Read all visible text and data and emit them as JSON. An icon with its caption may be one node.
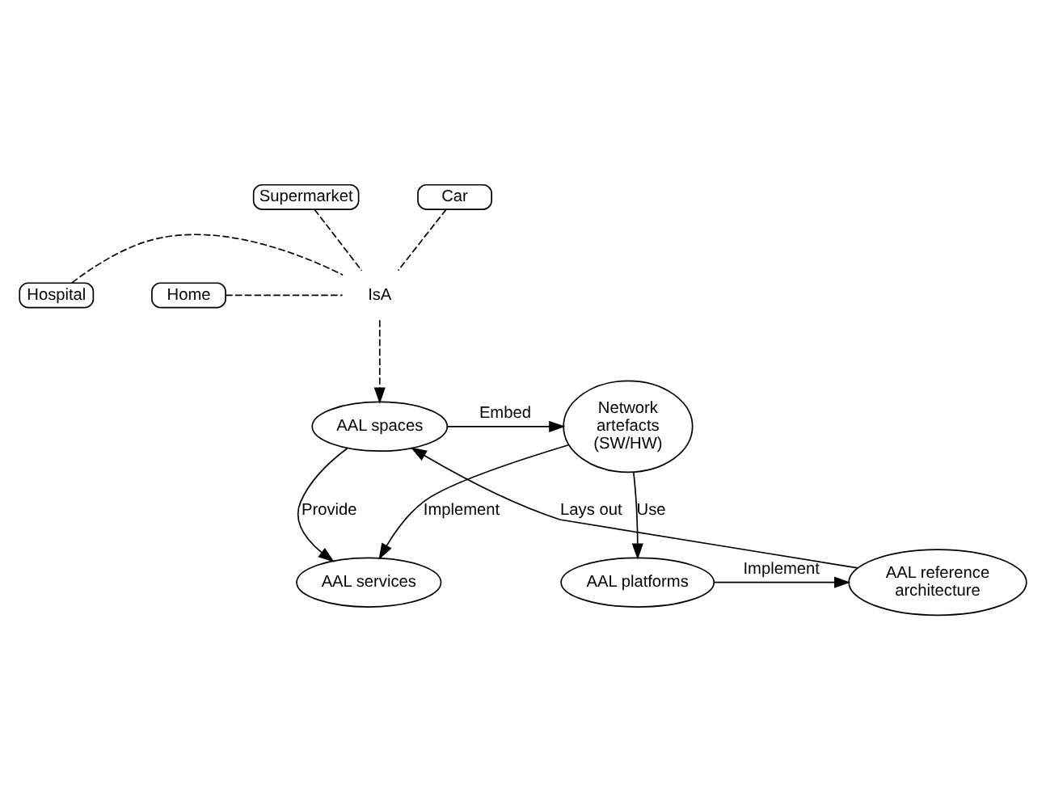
{
  "diagram": {
    "nodes": [
      {
        "text": [
          "AAL services"
        ]
      },
      {
        "text": [
          "Network artefacts (SW/HW)"
        ]
      },
      {
        "text": [
          "AAL spaces"
        ]
      },
      {
        "text": [
          "AAL platforms"
        ]
      },
      {
        "text": [
          "AAL reference architecture"
        ]
      },
      {
        "text": [
          "Supermarket"
        ]
      },
      {
        "text": [
          "Home"
        ]
      },
      {
        "text": [
          "IsA"
        ]
      },
      {
        "text": [
          "Car"
        ]
      },
      {
        "text": [
          "Hospital"
        ]
      }
    ],
    "edges": [
      {
        "from": 1,
        "to": 0,
        "arrow": "to",
        "label": "Implement"
      },
      {
        "from": 2,
        "to": 0,
        "arrow": "to",
        "label": "Provide"
      },
      {
        "from": 2,
        "to": 1,
        "arrow": "to",
        "label": "Embed"
      },
      {
        "from": 1,
        "to": 3,
        "arrow": "to",
        "label": "Use"
      },
      {
        "from": 3,
        "to": 4,
        "arrow": "to",
        "label": "Implement"
      },
      {
        "from": 4,
        "to": 2,
        "arrow": "to",
        "label": "Lays out"
      },
      {
        "from": 5,
        "to": 7,
        "arrow": "none",
        "style": "dashed"
      },
      {
        "from": 6,
        "to": 7,
        "arrow": "none",
        "style": "dashed"
      },
      {
        "from": 8,
        "to": 7,
        "arrow": "none",
        "style": "dashed"
      },
      {
        "from": 9,
        "to": 7,
        "arrow": "none",
        "style": "dashed"
      },
      {
        "from": 7,
        "to": 2,
        "arrow": "to",
        "style": "dashed"
      }
    ]
  }
}
